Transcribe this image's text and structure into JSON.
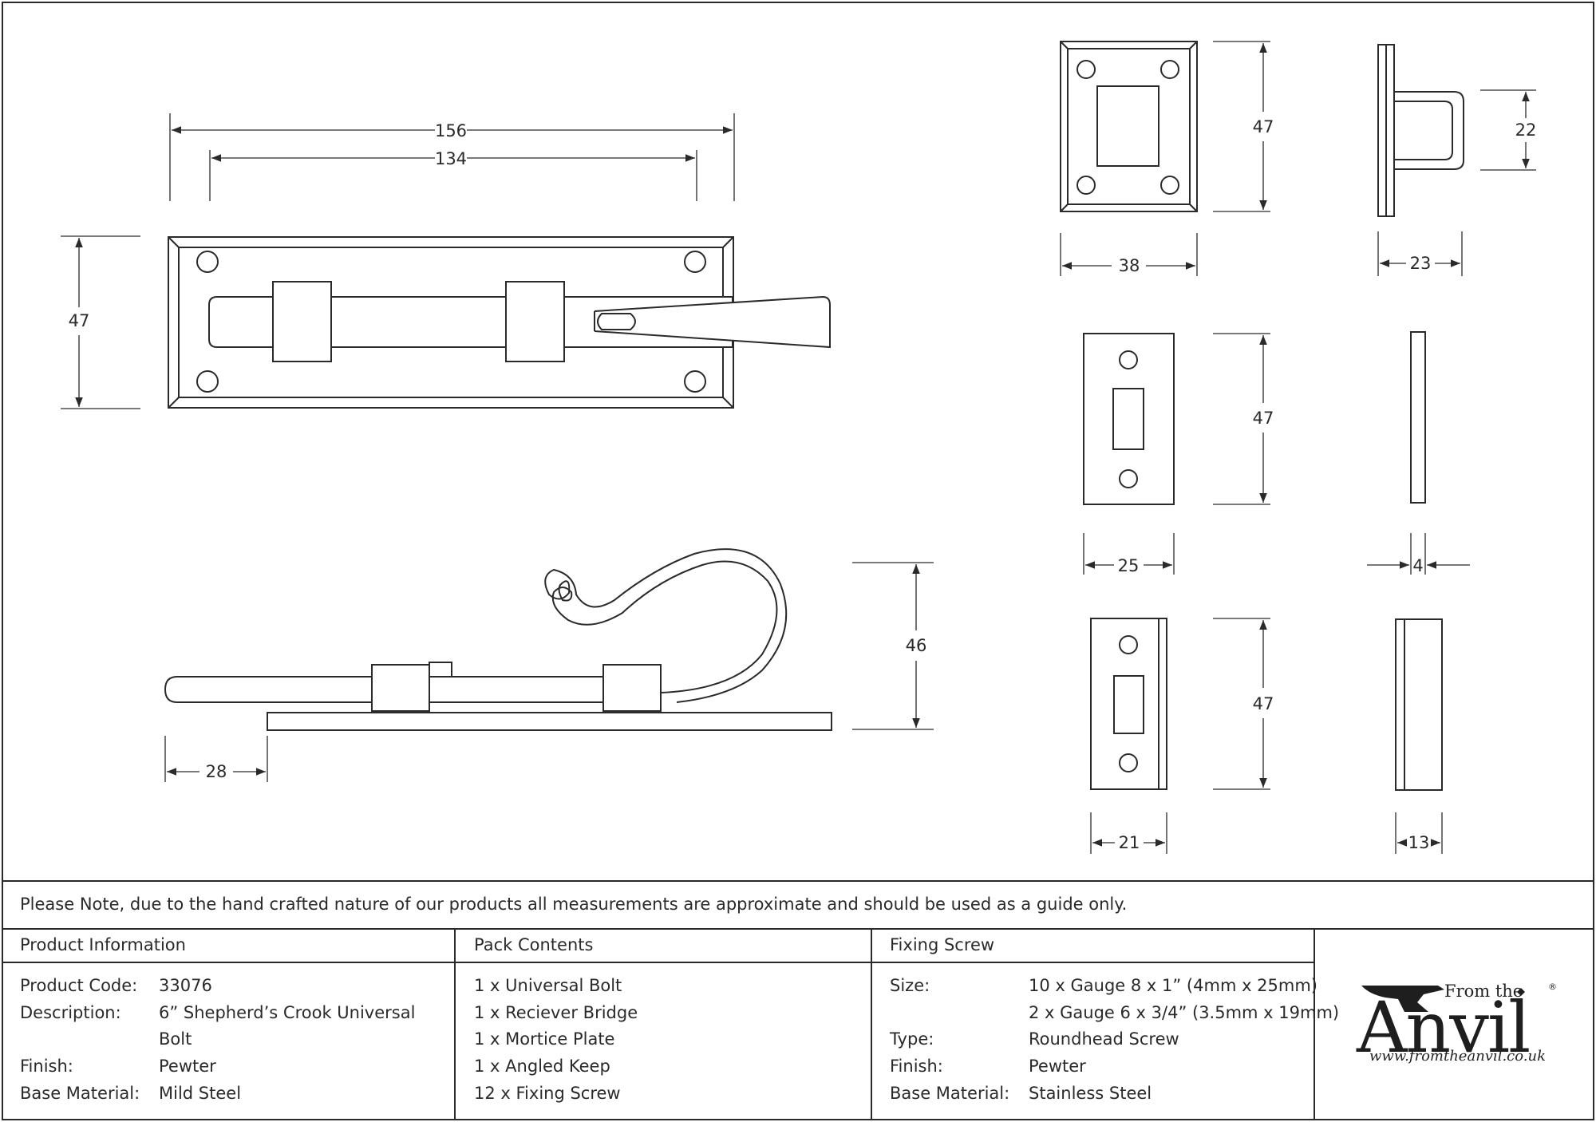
{
  "dimensions": {
    "top_overall_length": "156",
    "top_hole_spacing": "134",
    "top_plate_height": "47",
    "side_height": "46",
    "side_bolt_overhang": "28",
    "receiver_width": "38",
    "receiver_height": "47",
    "bridge_depth": "23",
    "bridge_projection": "22",
    "mortice_width": "25",
    "mortice_height": "47",
    "mortice_thickness": "4",
    "keep_width": "21",
    "keep_height": "47",
    "keep_depth": "13"
  },
  "note": "Please Note, due to the hand crafted nature of our products all measurements are approximate and should be used as a guide only.",
  "product_info": {
    "heading": "Product Information",
    "rows": [
      {
        "label": "Product Code:",
        "value": "33076"
      },
      {
        "label": "Description:",
        "value": "6” Shepherd’s Crook Universal",
        "value2": "Bolt"
      },
      {
        "label": "Finish:",
        "value": "Pewter"
      },
      {
        "label": "Base Material:",
        "value": "Mild Steel"
      }
    ]
  },
  "pack_contents": {
    "heading": "Pack Contents",
    "items": [
      "1 x Universal Bolt",
      "1 x Reciever Bridge",
      "1 x Mortice Plate",
      "1 x Angled Keep",
      "12 x Fixing Screw"
    ]
  },
  "fixing_screw": {
    "heading": "Fixing Screw",
    "size_label": "Size:",
    "size_values": [
      "10 x Gauge 8 x 1” (4mm x 25mm)",
      "2 x Gauge 6 x 3/4” (3.5mm x 19mm)"
    ],
    "type_label": "Type:",
    "type_value": "Roundhead Screw",
    "finish_label": "Finish:",
    "finish_value": "Pewter",
    "base_label": "Base Material:",
    "base_value": "Stainless Steel"
  },
  "logo": {
    "from_the": "From the",
    "name": "Anvil",
    "registered": "®",
    "url": "www.fromtheanvil.co.uk"
  },
  "colors": {
    "line": "#2a2a2a",
    "background": "#ffffff"
  }
}
